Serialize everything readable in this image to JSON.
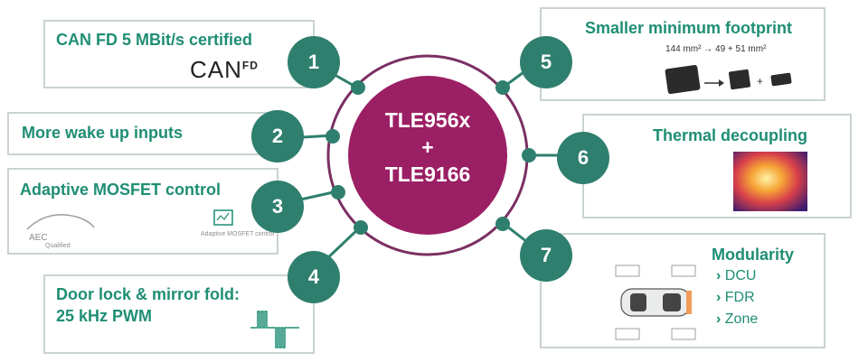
{
  "center": {
    "line1": "TLE956x",
    "line2": "+",
    "line3": "TLE9166"
  },
  "features": [
    {
      "number": "1",
      "title": "CAN FD 5 MBit/s certified",
      "logo_text": "CAN",
      "logo_sup": "FD"
    },
    {
      "number": "2",
      "title": "More wake up inputs"
    },
    {
      "number": "3",
      "title": "Adaptive MOSFET control",
      "badge1": "AEC",
      "badge1_sub": "Qualified",
      "badge2_caption": "Adaptive MOSFET control"
    },
    {
      "number": "4",
      "title_line1": "Door lock & mirror fold:",
      "title_line2": "25 kHz PWM"
    },
    {
      "number": "5",
      "title": "Smaller minimum footprint",
      "footprint": "144 mm² → 49 + 51 mm²"
    },
    {
      "number": "6",
      "title": "Thermal decoupling"
    },
    {
      "number": "7",
      "title": "Modularity",
      "items": [
        "DCU",
        "FDR",
        "Zone"
      ]
    }
  ],
  "colors": {
    "accent_green": "#1f8e74",
    "circle_green": "#2f7f6e",
    "center_magenta": "#9b1f64",
    "ring_purple": "#7b2f63",
    "box_border": "#c9d3cf"
  }
}
